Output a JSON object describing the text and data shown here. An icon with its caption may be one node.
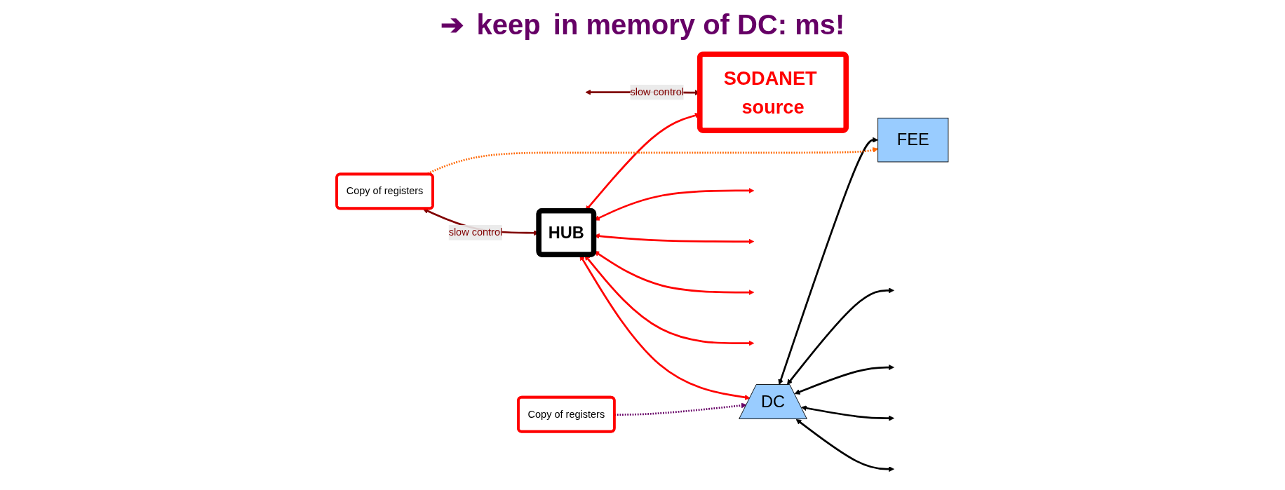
{
  "diagram": {
    "nodes": [
      {
        "text": [
          "Copy of registers"
        ]
      },
      {
        "text": [
          "SODANET source"
        ]
      },
      {
        "text": [
          "HUB"
        ]
      },
      {
        "text": [
          "DC"
        ]
      },
      {
        "text": [
          "FEE"
        ]
      },
      {
        "text": [
          "Copy of registers"
        ]
      }
    ],
    "edges": [
      {
        "from": null,
        "to": 1,
        "arrow": "both",
        "label": "slow control",
        "color": "#800000"
      },
      {
        "from": 2,
        "to": 1,
        "arrow": "both"
      },
      {
        "from": 5,
        "to": 2,
        "arrow": "both",
        "label": "slow control",
        "color": "#800000"
      },
      {
        "from": 2,
        "to": 3,
        "arrow": "both"
      },
      {
        "from": 2,
        "to": null,
        "arrow": "both"
      },
      {
        "from": 2,
        "to": null,
        "arrow": "both"
      },
      {
        "from": 2,
        "to": null,
        "arrow": "both"
      },
      {
        "from": 2,
        "to": null,
        "arrow": "both"
      },
      {
        "from": 3,
        "to": 4,
        "arrow": "both",
        "color": "#000000"
      },
      {
        "from": 3,
        "to": null,
        "arrow": "both",
        "color": "#000000"
      },
      {
        "from": 3,
        "to": null,
        "arrow": "both",
        "color": "#000000"
      },
      {
        "from": 3,
        "to": null,
        "arrow": "both",
        "color": "#000000"
      },
      {
        "from": 3,
        "to": null,
        "arrow": "both",
        "color": "#000000"
      },
      {
        "from": 0,
        "to": 3,
        "arrow": "to",
        "style": "dashed",
        "color": "#660066"
      },
      {
        "from": 5,
        "to": 4,
        "arrow": "to",
        "style": "dashed",
        "color": "#ff6600"
      }
    ],
    "labels": [
      "➔",
      "keep",
      "in memory of DC: ms!"
    ]
  }
}
